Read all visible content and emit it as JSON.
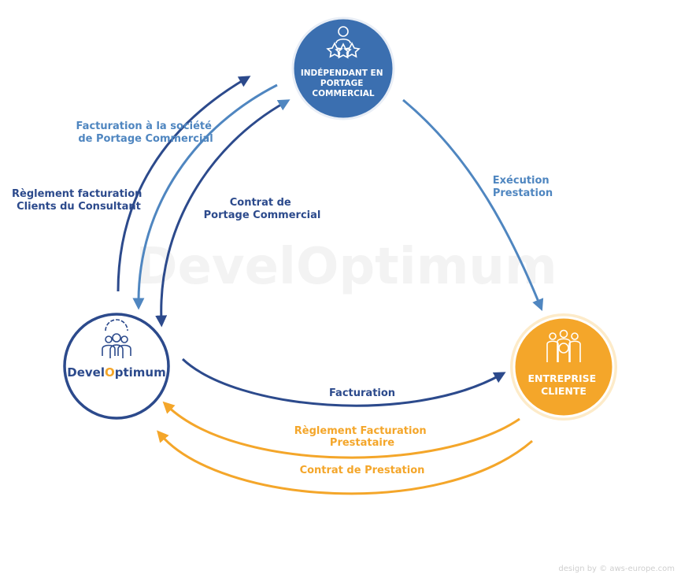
{
  "colors": {
    "dark_blue": "#2c4a8c",
    "light_blue": "#4f86c0",
    "orange": "#f4a62a",
    "top_circle": "#3b6fb0"
  },
  "nodes": {
    "top": {
      "label_lines": [
        "INDÉPENDANT EN",
        "PORTAGE",
        "COMMERCIAL"
      ],
      "icon": "people-stars-icon"
    },
    "left": {
      "logo_prefix": "Devel",
      "logo_o": "O",
      "logo_suffix": "ptimum",
      "icon": "team-icon"
    },
    "right": {
      "label_lines": [
        "ENTREPRISE",
        "CLIENTE"
      ],
      "icon": "group-cycle-icon"
    }
  },
  "flows": {
    "facturation_portage": [
      "Facturation à la société",
      "de Portage Commercial"
    ],
    "reglement_facturation": [
      "Règlement facturation",
      "Clients du Consultant"
    ],
    "contrat_portage": [
      "Contrat de",
      "Portage Commercial"
    ],
    "execution": [
      "Exécution",
      "Prestation"
    ],
    "facturation": [
      "Facturation"
    ],
    "reglement_prestataire": [
      "Règlement Facturation",
      "Prestataire"
    ],
    "contrat_prestation": [
      "Contrat de Prestation"
    ]
  },
  "watermark": "DevelOptimum",
  "credit": "design by © aws-europe.com"
}
